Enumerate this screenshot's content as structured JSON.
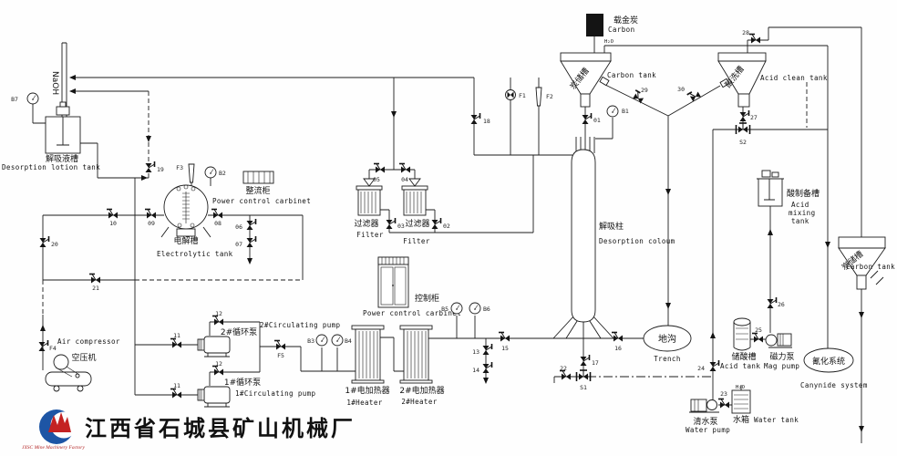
{
  "company": {
    "name_cn": "江西省石城县矿山机械厂",
    "name_en": "JXSC Mine Machinery Factory"
  },
  "labels": {
    "naoh": "NaOH",
    "h2o": "H₂O",
    "desorption_tank_cn": "解吸液槽",
    "desorption_tank_en": "Desorption lotion tank",
    "electrolytic_cn": "电解槽",
    "electrolytic_en": "Electrolytic tank",
    "rectifier_cn": "整流柜",
    "rectifier_en": "Power control carbinet",
    "filter_cn": "过滤器",
    "filter_en": "Filter",
    "cabinet_cn": "控制柜",
    "cabinet_en": "Power control carbinet",
    "heater1_cn": "1#电加热器",
    "heater1_en": "1#Heater",
    "heater2_cn": "2#电加热器",
    "heater2_en": "2#Heater",
    "pump1_cn": "1#循环泵",
    "pump1_en": "1#Circulating pump",
    "pump2_cn": "2#循环泵",
    "pump2_en": "2#Circulating pump",
    "compressor_en": "Air compressor",
    "compressor_cn": "空压机",
    "carbon_feed_cn": "载金炭",
    "carbon_feed_en": "Carbon",
    "carbon_tank_cn": "炭储槽",
    "carbon_tank_en": "Carbon tank",
    "column_cn": "解吸柱",
    "column_en": "Desorption coloum",
    "acid_clean_cn": "酸洗槽",
    "acid_clean_en": "Acid clean tank",
    "acid_mix_cn": "酸制备槽",
    "acid_mix_en1": "Acid",
    "acid_mix_en2": "mixing",
    "acid_mix_en3": "tank",
    "trench_cn": "地沟",
    "trench_en": "Trench",
    "acid_tank_cn": "储酸槽",
    "acid_tank_en": "Acid tank",
    "mag_pump_cn": "磁力泵",
    "mag_pump_en": "Mag pump",
    "cyanide_cn": "氰化系统",
    "cyanide_en": "Canynide system",
    "water_tank_cn": "水箱",
    "water_tank_en": "Water tank",
    "water_pump_cn": "清水泵",
    "water_pump_en": "Water pump"
  },
  "tags": {
    "01": "01",
    "02": "02",
    "03": "03",
    "04": "04",
    "05": "05",
    "06": "06",
    "07": "07",
    "08": "08",
    "09": "09",
    "10": "10",
    "11": "11",
    "12": "12",
    "13": "13",
    "14": "14",
    "15": "15",
    "16": "16",
    "17": "17",
    "18": "18",
    "19": "19",
    "20": "20",
    "21": "21",
    "22": "22",
    "23": "23",
    "24": "24",
    "25": "25",
    "26": "26",
    "27": "27",
    "28": "28",
    "29": "29",
    "30": "30",
    "S1": "S1",
    "S2": "S2",
    "F1": "F1",
    "F2": "F2",
    "F3": "F3",
    "F4": "F4",
    "F5": "F5",
    "B1": "B1",
    "B2": "B2",
    "B3": "B3",
    "B4": "B4",
    "B5": "B5",
    "B6": "B6",
    "B7": "B7"
  },
  "colors": {
    "line": "#1c1c1c",
    "logo_blue": "#1d55a5",
    "logo_red": "#c42222"
  }
}
